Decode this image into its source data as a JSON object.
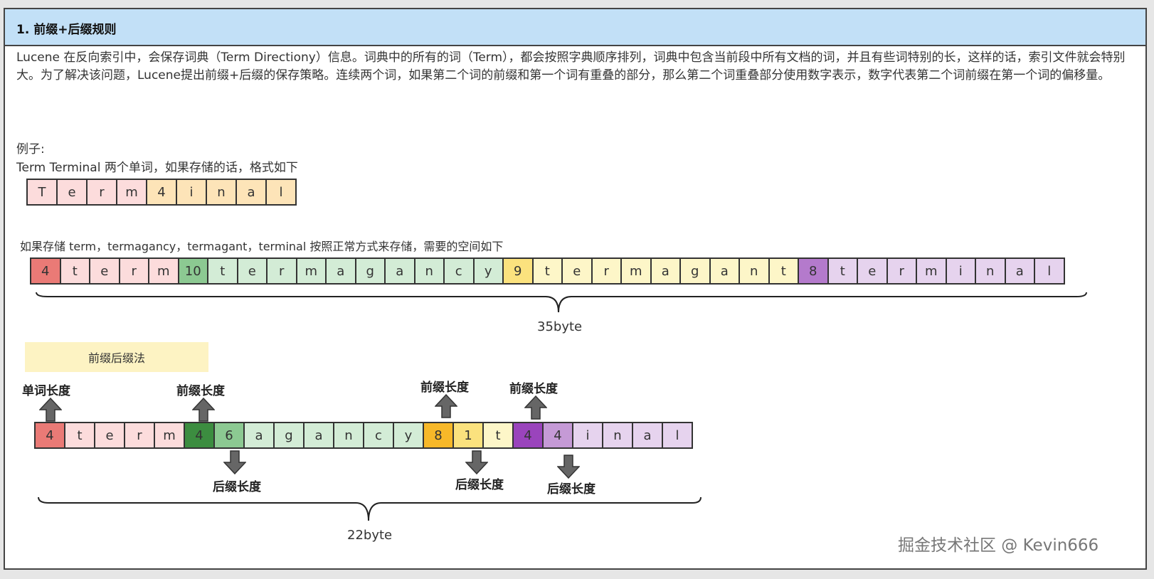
{
  "header": {
    "title": "1. 前缀+后缀规则"
  },
  "intro": "Lucene 在反向索引中，会保存词典（Term Directiony）信息。词典中的所有的词（Term），都会按照字典顺序排列，词典中包含当前段中所有文档的词，并且有些词特别的长，这样的话，索引文件就会特别大。为了解决该问题，Lucene提出前缀+后缀的保存策略。连续两个词，如果第二个词的前缀和第一个词有重叠的部分，那么第二个词重叠部分使用数字表示，数字代表第二个词前缀在第一个词的偏移量。",
  "example": {
    "label": "例子:",
    "desc": "Term Terminal 两个单词，如果存储的话，格式如下",
    "cells": [
      {
        "t": "T",
        "c": "#fcdcdc"
      },
      {
        "t": "e",
        "c": "#fcdcdc"
      },
      {
        "t": "r",
        "c": "#fcdcdc"
      },
      {
        "t": "m",
        "c": "#fcdcdc"
      },
      {
        "t": "4",
        "c": "#fde4b8"
      },
      {
        "t": "i",
        "c": "#fde4b8"
      },
      {
        "t": "n",
        "c": "#fde4b8"
      },
      {
        "t": "a",
        "c": "#fde4b8"
      },
      {
        "t": "l",
        "c": "#fde4b8"
      }
    ]
  },
  "normal": {
    "desc": "如果存储 term，termagancy，termagant，terminal  按照正常方式来存储，需要的空间如下",
    "size_label": "35byte",
    "cells": [
      {
        "t": "4",
        "c": "#ea7a76"
      },
      {
        "t": "t",
        "c": "#fcdcdc"
      },
      {
        "t": "e",
        "c": "#fcdcdc"
      },
      {
        "t": "r",
        "c": "#fcdcdc"
      },
      {
        "t": "m",
        "c": "#fcdcdc"
      },
      {
        "t": "10",
        "c": "#8cc992"
      },
      {
        "t": "t",
        "c": "#d3ecd6"
      },
      {
        "t": "e",
        "c": "#d3ecd6"
      },
      {
        "t": "r",
        "c": "#d3ecd6"
      },
      {
        "t": "m",
        "c": "#d3ecd6"
      },
      {
        "t": "a",
        "c": "#d3ecd6"
      },
      {
        "t": "g",
        "c": "#d3ecd6"
      },
      {
        "t": "a",
        "c": "#d3ecd6"
      },
      {
        "t": "n",
        "c": "#d3ecd6"
      },
      {
        "t": "c",
        "c": "#d3ecd6"
      },
      {
        "t": "y",
        "c": "#d3ecd6"
      },
      {
        "t": "9",
        "c": "#fbe27e"
      },
      {
        "t": "t",
        "c": "#fdf6c8"
      },
      {
        "t": "e",
        "c": "#fdf6c8"
      },
      {
        "t": "r",
        "c": "#fdf6c8"
      },
      {
        "t": "m",
        "c": "#fdf6c8"
      },
      {
        "t": "a",
        "c": "#fdf6c8"
      },
      {
        "t": "g",
        "c": "#fdf6c8"
      },
      {
        "t": "a",
        "c": "#fdf6c8"
      },
      {
        "t": "n",
        "c": "#fdf6c8"
      },
      {
        "t": "t",
        "c": "#fdf6c8"
      },
      {
        "t": "8",
        "c": "#b47acc"
      },
      {
        "t": "t",
        "c": "#e6d3ee"
      },
      {
        "t": "e",
        "c": "#e6d3ee"
      },
      {
        "t": "r",
        "c": "#e6d3ee"
      },
      {
        "t": "m",
        "c": "#e6d3ee"
      },
      {
        "t": "i",
        "c": "#e6d3ee"
      },
      {
        "t": "n",
        "c": "#e6d3ee"
      },
      {
        "t": "a",
        "c": "#e6d3ee"
      },
      {
        "t": "l",
        "c": "#e6d3ee"
      }
    ]
  },
  "method": {
    "title": "前缀后缀法",
    "size_label": "22byte",
    "annotations": {
      "word_length": "单词长度",
      "prefix_length_1": "前缀长度",
      "prefix_length_2": "前缀长度",
      "prefix_length_3": "前缀长度",
      "suffix_length_1": "后缀长度",
      "suffix_length_2": "后缀长度",
      "suffix_length_3": "后缀长度"
    },
    "cells": [
      {
        "t": "4",
        "c": "#ea7a76"
      },
      {
        "t": "t",
        "c": "#fcdcdc"
      },
      {
        "t": "e",
        "c": "#fcdcdc"
      },
      {
        "t": "r",
        "c": "#fcdcdc"
      },
      {
        "t": "m",
        "c": "#fcdcdc"
      },
      {
        "t": "4",
        "c": "#3c8d40"
      },
      {
        "t": "6",
        "c": "#8cc992"
      },
      {
        "t": "a",
        "c": "#d3ecd6"
      },
      {
        "t": "g",
        "c": "#d3ecd6"
      },
      {
        "t": "a",
        "c": "#d3ecd6"
      },
      {
        "t": "n",
        "c": "#d3ecd6"
      },
      {
        "t": "c",
        "c": "#d3ecd6"
      },
      {
        "t": "y",
        "c": "#d3ecd6"
      },
      {
        "t": "8",
        "c": "#f7b829"
      },
      {
        "t": "1",
        "c": "#fbe27e"
      },
      {
        "t": "t",
        "c": "#fdf6c8"
      },
      {
        "t": "4",
        "c": "#9a44bc"
      },
      {
        "t": "4",
        "c": "#c59ad6"
      },
      {
        "t": "i",
        "c": "#e6d3ee"
      },
      {
        "t": "n",
        "c": "#e6d3ee"
      },
      {
        "t": "a",
        "c": "#e6d3ee"
      },
      {
        "t": "l",
        "c": "#e6d3ee"
      }
    ]
  },
  "watermark": "掘金技术社区 @ Kevin666"
}
